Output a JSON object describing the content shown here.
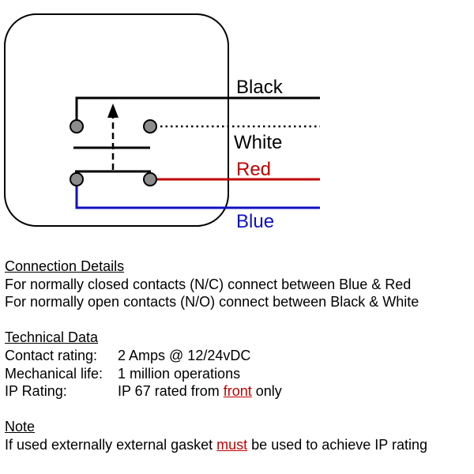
{
  "colors": {
    "black": "#000000",
    "red": "#c00000",
    "blue": "#1010c0",
    "contact_fill": "#8c8c8c"
  },
  "wires": {
    "black_label": "Black",
    "white_label": "White",
    "red_label": "Red",
    "blue_label": "Blue"
  },
  "connection": {
    "heading": "Connection Details",
    "line1": "For normally closed contacts (N/C) connect between Blue & Red",
    "line2": "For normally open contacts (N/O) connect between Black & White"
  },
  "technical": {
    "heading": "Technical Data",
    "contact_label": "Contact rating:",
    "contact_value": "2 Amps @ 12/24vDC",
    "mechanical_label": "Mechanical life:",
    "mechanical_value": "1 million operations",
    "ip_label": "IP Rating:",
    "ip_prefix": "IP 67 rated from ",
    "ip_highlight": "front",
    "ip_suffix": " only"
  },
  "note": {
    "heading": "Note",
    "prefix": "If used externally external gasket ",
    "highlight": "must",
    "suffix": " be used to achieve IP rating"
  }
}
